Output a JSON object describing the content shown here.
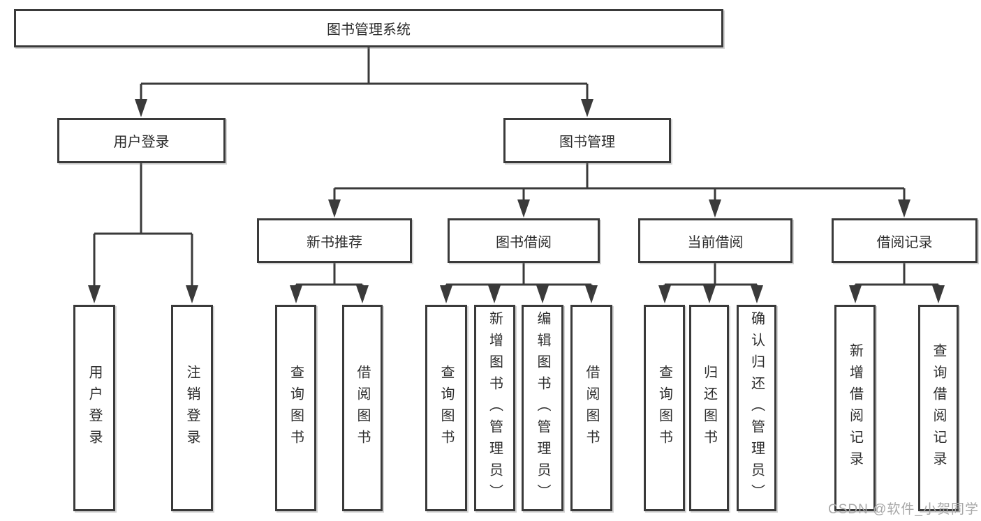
{
  "colors": {
    "line": "#3a3a3a",
    "box_border": "#3a3a3a",
    "background": "#ffffff",
    "text": "#2d2d2d",
    "watermark": "#a8a8a8"
  },
  "root": {
    "label": "图书管理系统"
  },
  "login": {
    "label": "用户登录",
    "children": [
      {
        "label": "用户登录"
      },
      {
        "label": "注销登录"
      }
    ]
  },
  "management": {
    "label": "图书管理",
    "sections": [
      {
        "label": "新书推荐",
        "children": [
          {
            "label": "查询图书"
          },
          {
            "label": "借阅图书"
          }
        ]
      },
      {
        "label": "图书借阅",
        "children": [
          {
            "label": "查询图书"
          },
          {
            "label": "新增图书（管理员）"
          },
          {
            "label": "编辑图书（管理员）"
          },
          {
            "label": "借阅图书"
          }
        ]
      },
      {
        "label": "当前借阅",
        "children": [
          {
            "label": "查询图书"
          },
          {
            "label": "归还图书"
          },
          {
            "label": "确认归还（管理员）"
          }
        ]
      },
      {
        "label": "借阅记录",
        "children": [
          {
            "label": "新增借阅记录"
          },
          {
            "label": "查询借阅记录"
          }
        ]
      }
    ]
  },
  "watermark": "CSDN @软件_小贺同学"
}
